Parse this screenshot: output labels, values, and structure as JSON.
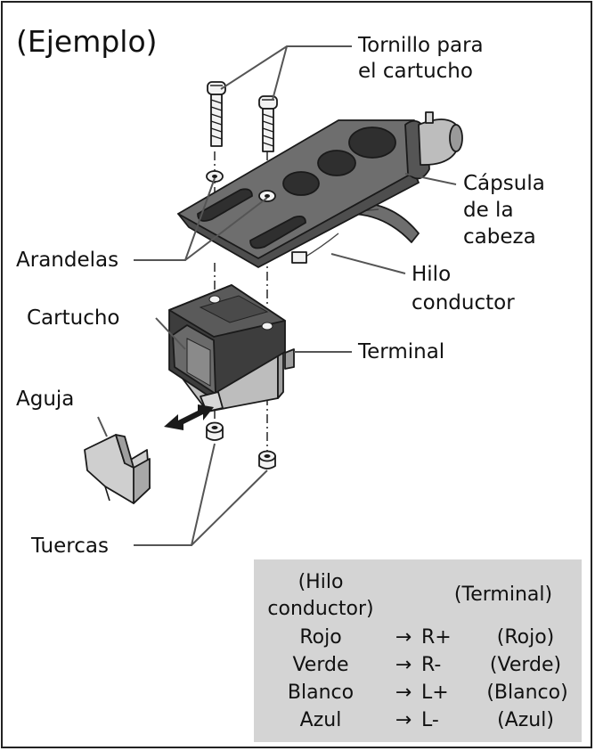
{
  "title": "(Ejemplo)",
  "labels": {
    "screw": [
      "Tornillo para",
      "el cartucho"
    ],
    "headshell": [
      "Cápsula",
      "de la",
      "cabeza"
    ],
    "washers": "Arandelas",
    "lead_wire": [
      "Hilo",
      "conductor"
    ],
    "cartridge": "Cartucho",
    "terminal": "Terminal",
    "stylus": "Aguja",
    "nuts": "Tuercas"
  },
  "wiring_table": {
    "header_left": [
      "(Hilo",
      "conductor)"
    ],
    "header_right": "(Terminal)",
    "arrow": "→",
    "rows": [
      {
        "wire": "Rojo",
        "terminal": "R+",
        "color": "(Rojo)"
      },
      {
        "wire": "Verde",
        "terminal": "R-",
        "color": "(Verde)"
      },
      {
        "wire": "Blanco",
        "terminal": "L+",
        "color": "(Blanco)"
      },
      {
        "wire": "Azul",
        "terminal": "L-",
        "color": "(Azul)"
      }
    ],
    "background": "#d4d4d4"
  },
  "colors": {
    "part_dark": "#555555",
    "part_mid": "#6e6e6e",
    "part_light": "#bdbdbd",
    "part_white": "#f2f2f2"
  }
}
